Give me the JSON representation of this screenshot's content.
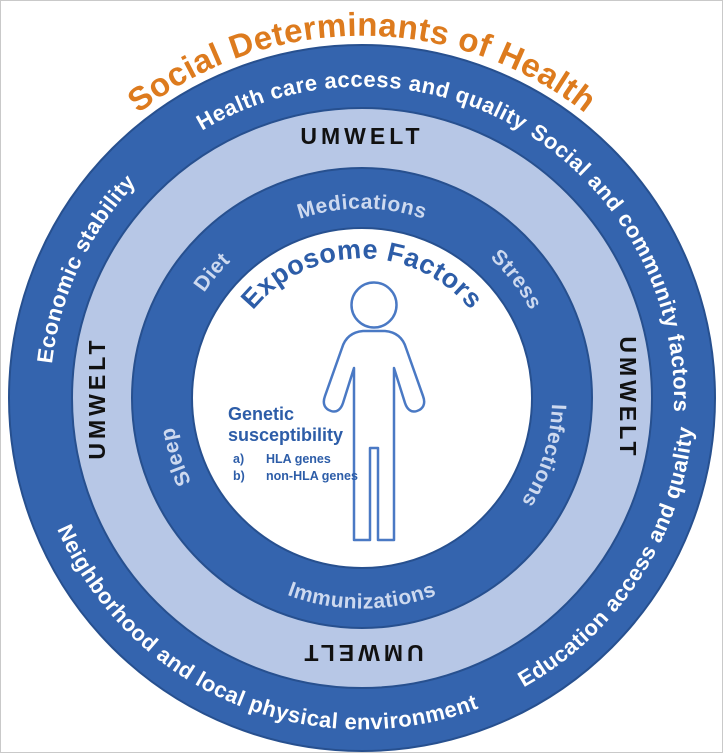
{
  "title": "Social Determinants of Health",
  "outer_ring": {
    "economic_stability": "Economic stability",
    "health_care": "Health care access and quality",
    "social_community": "Social and community factors",
    "neighborhood": "Neighborhood and local physical environment",
    "education": "Education access and quality"
  },
  "umwelt": {
    "label": "UMWELT"
  },
  "inner_ring": {
    "heading": "Exposome Factors",
    "medications": "Medications",
    "diet": "Diet",
    "stress": "Stress",
    "sleep": "Sleep",
    "infections": "Infections",
    "immunizations": "Immunizations"
  },
  "center": {
    "genetic_line1": "Genetic",
    "genetic_line2": "susceptibility",
    "items": [
      {
        "marker": "a)",
        "text": "HLA genes"
      },
      {
        "marker": "b)",
        "text": "non-HLA genes"
      }
    ]
  },
  "colors": {
    "dark_ring": "#3464ae",
    "light_ring": "#b7c7e6",
    "ring_stroke": "#27508f",
    "title_orange": "#dd7b1e",
    "umwelt_text": "#111111",
    "ring_label_light": "#cdd9ef",
    "accent_blue": "#2d5da8",
    "person_stroke": "#4a79c4"
  }
}
